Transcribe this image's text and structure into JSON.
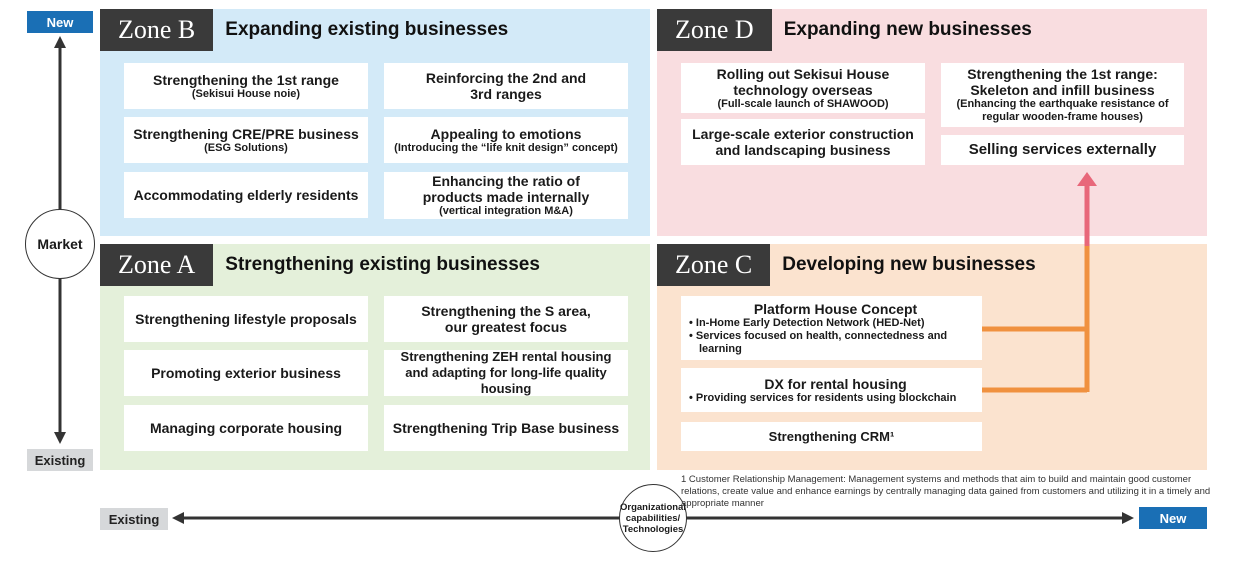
{
  "vertical_axis": {
    "top_label": "New",
    "bottom_label": "Existing",
    "center_label": "Market"
  },
  "horizontal_axis": {
    "left_label": "Existing",
    "right_label": "New",
    "center_label_lines": [
      "Organizational",
      "capabilities/",
      "Technologies"
    ]
  },
  "zones": {
    "b": {
      "id": "Zone B",
      "title": "Expanding existing businesses",
      "items": [
        {
          "main": "Strengthening the 1st range",
          "sub": "(Sekisui House noie)"
        },
        {
          "main": "Reinforcing the 2nd and 3rd ranges",
          "sub": ""
        },
        {
          "main": "Strengthening CRE/PRE business",
          "sub": "(ESG Solutions)"
        },
        {
          "main": "Appealing to emotions",
          "sub": "(Introducing the “life knit design” concept)"
        },
        {
          "main": "Accommodating elderly residents",
          "sub": ""
        },
        {
          "main": "Enhancing the ratio of products made internally",
          "sub": "(vertical integration M&A)"
        }
      ]
    },
    "d": {
      "id": "Zone D",
      "title": "Expanding new businesses",
      "items": [
        {
          "main": "Rolling out Sekisui House technology overseas",
          "sub": "(Full-scale launch of SHAWOOD)"
        },
        {
          "main": "Strengthening the 1st range: Skeleton and infill business",
          "sub": "(Enhancing the earthquake resistance of regular wooden-frame houses)"
        },
        {
          "main": "Large-scale exterior construction and landscaping business",
          "sub": ""
        },
        {
          "main": "Selling services externally",
          "sub": ""
        }
      ]
    },
    "a": {
      "id": "Zone A",
      "title": "Strengthening existing businesses",
      "items": [
        {
          "main": "Strengthening lifestyle proposals",
          "sub": ""
        },
        {
          "main": "Strengthening the S area, our greatest focus",
          "sub": ""
        },
        {
          "main": "Promoting exterior business",
          "sub": ""
        },
        {
          "main": "Strengthening ZEH rental housing and adapting for long-life quality housing",
          "sub": ""
        },
        {
          "main": "Managing corporate housing",
          "sub": ""
        },
        {
          "main": "Strengthening Trip Base business",
          "sub": ""
        }
      ]
    },
    "c": {
      "id": "Zone C",
      "title": "Developing new businesses",
      "items": [
        {
          "main": "Platform House Concept",
          "bullets": [
            "• In-Home Early Detection Network (HED-Net)",
            "• Services focused on health, connectedness and",
            "learning"
          ]
        },
        {
          "main": "DX for rental housing",
          "bullets": [
            "• Providing services for residents using blockchain"
          ]
        },
        {
          "main": "Strengthening CRM¹",
          "bullets": []
        }
      ]
    }
  },
  "footnote": "1  Customer Relationship Management: Management systems and methods that aim to build and maintain good customer relations, create value and enhance earnings by centrally managing data gained from customers and utilizing it in a timely and appropriate manner",
  "colors": {
    "zone_b_bg": "#d3eaf8",
    "zone_d_bg": "#f9dde0",
    "zone_a_bg": "#e4f0da",
    "zone_c_bg": "#fbe3cf",
    "accent_new": "#1a6fb5",
    "connector_orange": "#f0913f",
    "connector_pink": "#e8677a"
  }
}
